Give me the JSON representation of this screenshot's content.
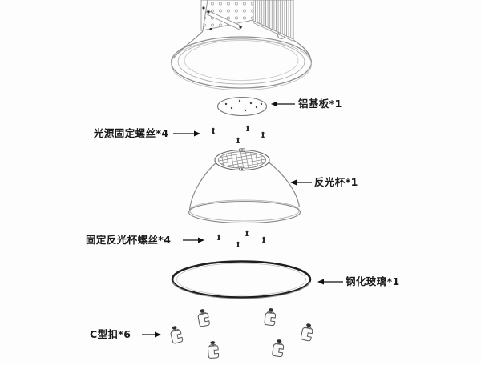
{
  "diagram": {
    "type": "exploded-view",
    "product": "LED high bay light",
    "callouts": [
      {
        "part": "aluminum-base-plate",
        "text": "铝基板*1",
        "arrow": "left"
      },
      {
        "part": "light-source-screws",
        "text": "光源固定螺丝*4",
        "arrow": "right"
      },
      {
        "part": "reflector-cup",
        "text": "反光杯*1",
        "arrow": "left"
      },
      {
        "part": "reflector-screws",
        "text": "固定反光杯螺丝*4",
        "arrow": "right"
      },
      {
        "part": "tempered-glass",
        "text": "钢化玻璃*1",
        "arrow": "left"
      },
      {
        "part": "c-clip",
        "text": "C型扣*6",
        "arrow": "right"
      }
    ]
  },
  "colors": {
    "background": "#fdfdfd",
    "outline_light": "#8f8f8f",
    "outline_dark": "#1f1f1f",
    "label_text": "#1a1a1a"
  }
}
